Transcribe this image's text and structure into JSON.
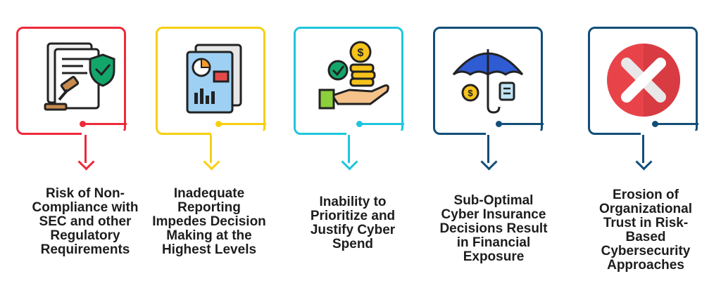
{
  "items": [
    {
      "label": "Risk of Non-Compliance with SEC and other Regulatory Requirements",
      "color": "#ee2a3b",
      "icon": "legal-document-gavel-icon"
    },
    {
      "label": "Inadequate Reporting Impedes Decision Making at the Highest Levels",
      "color": "#f7cf10",
      "icon": "report-document-icon"
    },
    {
      "label": "Inability to Prioritize and Justify Cyber Spend",
      "color": "#1fc6dd",
      "icon": "hand-coins-icon"
    },
    {
      "label": "Sub-Optimal Cyber Insurance Decisions Result in Financial Exposure",
      "color": "#124e78",
      "icon": "umbrella-insurance-icon"
    },
    {
      "label": "Erosion of Organizational Trust in Risk-Based Cybersecurity Approaches",
      "color": "#124e78",
      "icon": "red-x-icon"
    }
  ]
}
